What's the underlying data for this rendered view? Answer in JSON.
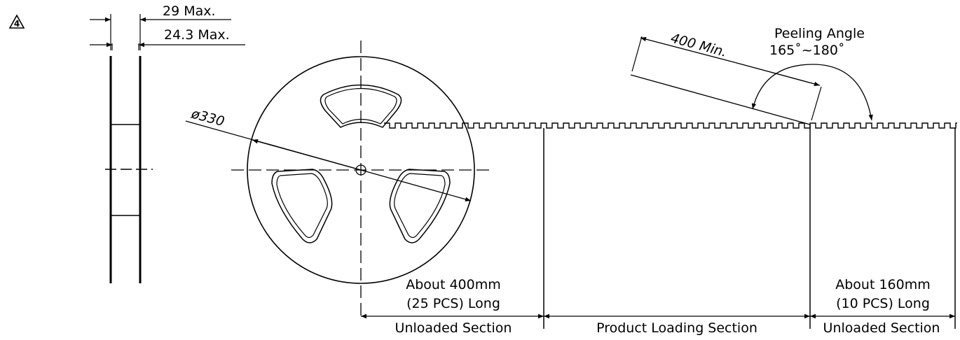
{
  "marker": "4",
  "dimensions": {
    "max_outer": "29 Max.",
    "max_inner": "24.3 Max.",
    "diameter": "ø330",
    "peel_length": "400 Min."
  },
  "peeling": {
    "title": "Peeling Angle",
    "range": "165˚~180˚"
  },
  "sections": {
    "left_length": "About 400mm",
    "left_count": "(25 PCS) Long",
    "left_name": "Unloaded Section",
    "middle_name": "Product Loading Section",
    "right_length": "About 160mm",
    "right_count": "(10 PCS) Long",
    "right_name": "Unloaded Section"
  }
}
